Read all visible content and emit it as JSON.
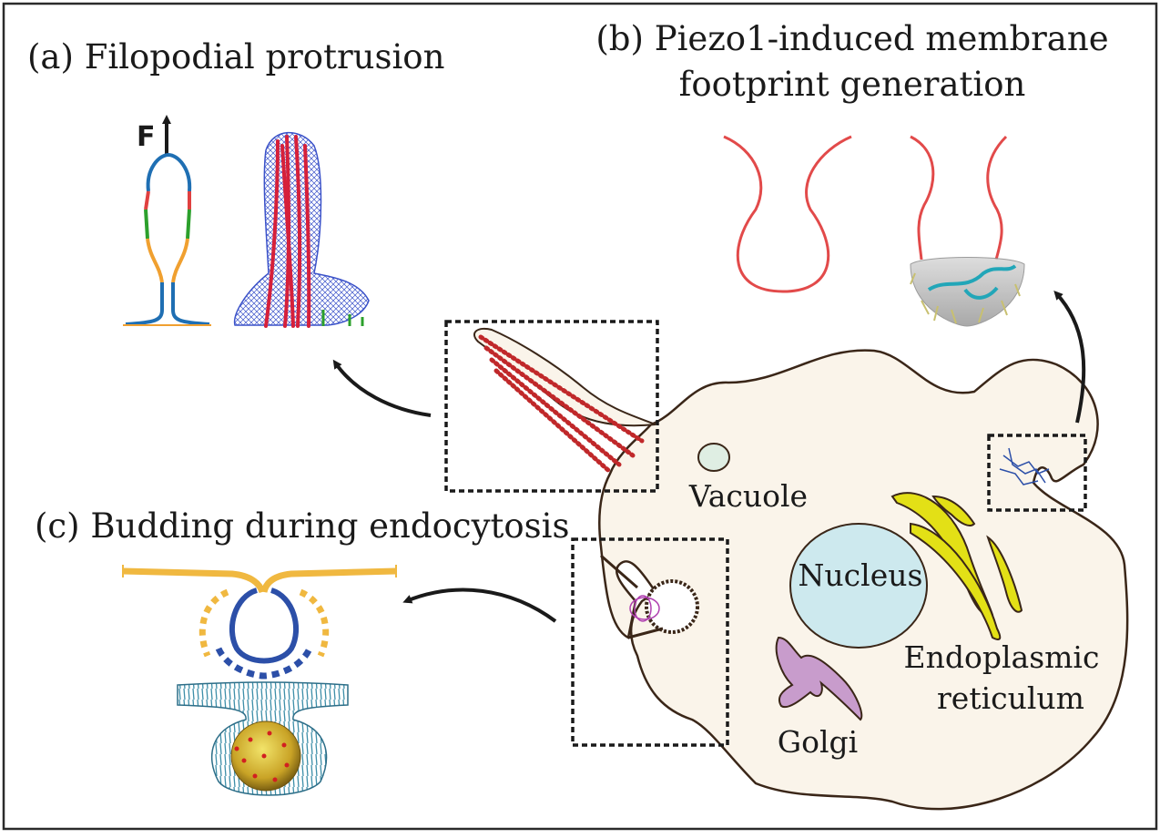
{
  "panels": {
    "a_title": "(a) Filopodial protrusion",
    "b_title_line1": "(b) Piezo1-induced membrane",
    "b_title_line2": "footprint generation",
    "c_title": "(c) Budding during endocytosis"
  },
  "force_label": "F",
  "organelles": {
    "vacuole": "Vacuole",
    "nucleus": "Nucleus",
    "er_line1": "Endoplasmic",
    "er_line2": "reticulum",
    "golgi": "Golgi"
  },
  "colors": {
    "frame": "#2b2b2b",
    "cell_fill": "#faf4ea",
    "cell_outline": "#3a2618",
    "nucleus": "#cde9ee",
    "vacuole": "#dfeee3",
    "er": "#e3e016",
    "golgi": "#c89ccc",
    "membrane_red": "#e24a4a",
    "coat_orange": "#f0b840",
    "coat_blue": "#2c4fa8",
    "mesh_blue": "#3b52c9",
    "filament_red": "#c0282a"
  }
}
